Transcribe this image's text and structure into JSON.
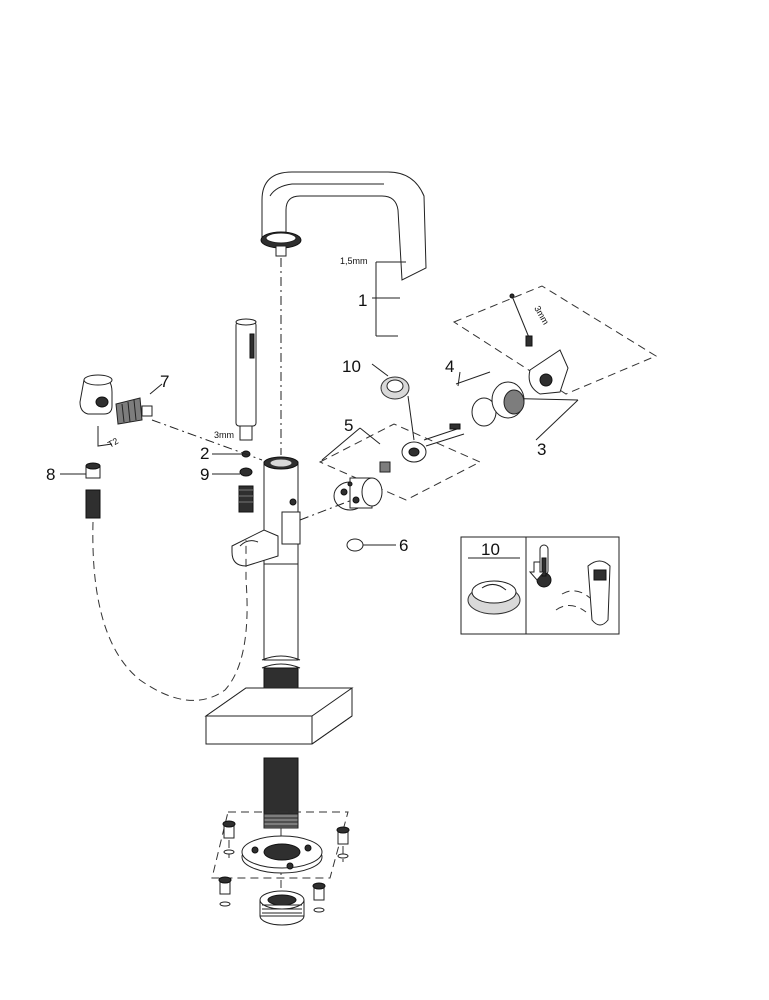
{
  "callouts": {
    "c1": "1",
    "c2": "2",
    "c3": "3",
    "c4": "4",
    "c5": "5",
    "c6": "6",
    "c7": "7",
    "c8": "8",
    "c9": "9",
    "c10": "10"
  },
  "dimensions": {
    "hex_key_top": "1,5mm",
    "hex_key_left": "3mm",
    "hex_key_handle": "3mm",
    "torx": "T2"
  },
  "inset": {
    "label": "10"
  },
  "colors": {
    "line": "#222222",
    "dark_part": "#2f2f2f",
    "mid_part": "#7d7d7d",
    "light_part": "#d9d9d9"
  }
}
